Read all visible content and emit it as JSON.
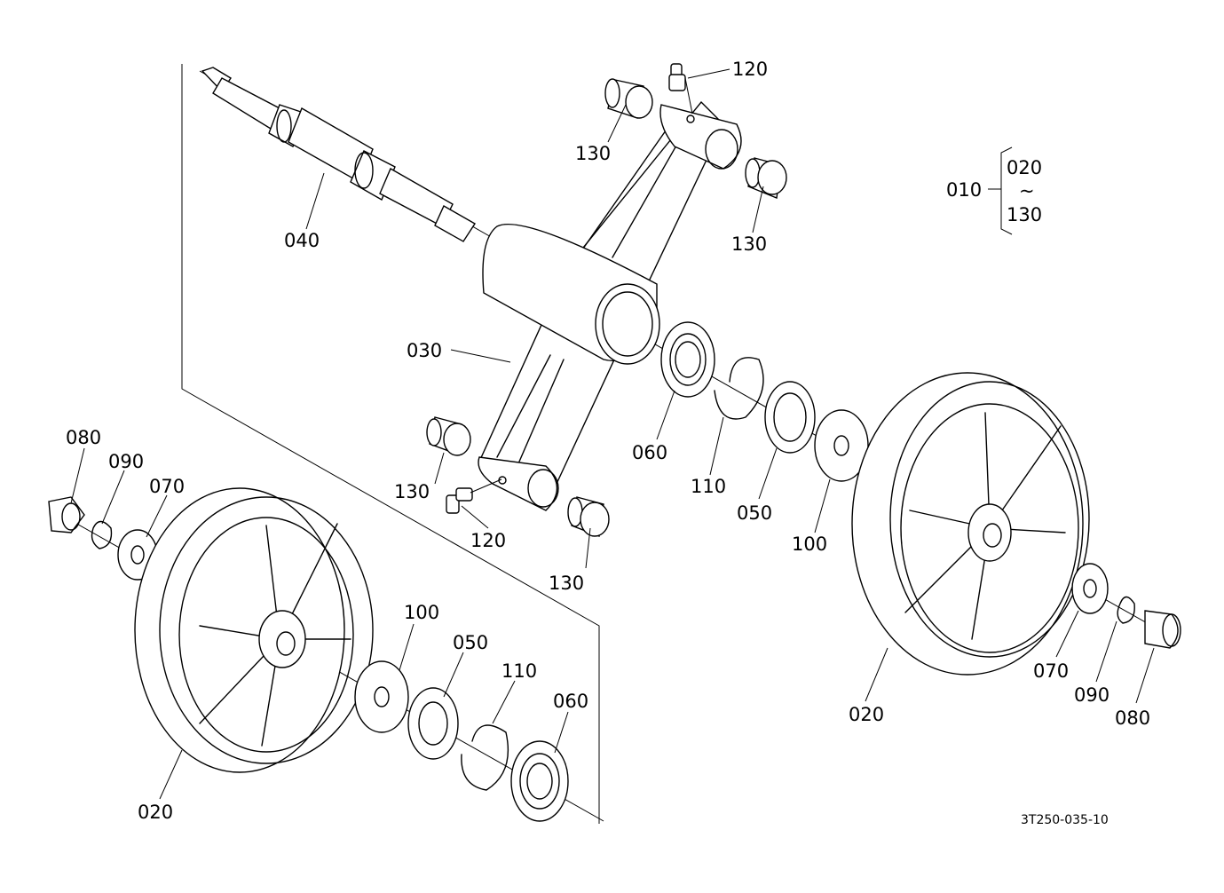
{
  "drawing": {
    "number": "3T250-035-10",
    "assembly": {
      "ref": "010",
      "range_start": "020",
      "range_sep": "~",
      "range_end": "130"
    }
  },
  "callouts": {
    "shaft": "040",
    "arm": "030",
    "grease_top": "120",
    "grease_bottom": "120",
    "bush_top_left": "130",
    "bush_top_right": "130",
    "bush_bottom_left": "130",
    "bush_bottom_right": "130",
    "bearing_right": "060",
    "snap_ring_right": "110",
    "seal_right": "050",
    "washer_right": "100",
    "wheel_right": "020",
    "collar_right": "070",
    "lockwasher_right": "090",
    "nut_right": "080",
    "nut_left": "080",
    "lockwasher_left": "090",
    "collar_left": "070",
    "wheel_left": "020",
    "washer_left": "100",
    "seal_left": "050",
    "snap_ring_left": "110",
    "bearing_left": "060"
  }
}
